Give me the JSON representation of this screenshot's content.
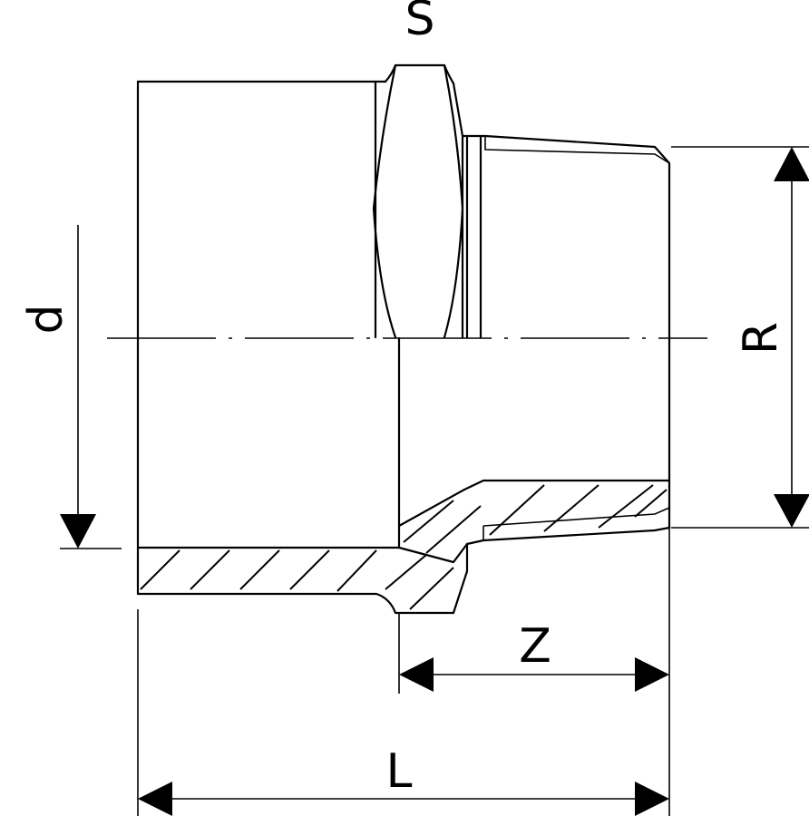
{
  "labels": {
    "s": "S",
    "d": "d",
    "r": "R",
    "z": "Z",
    "l": "L"
  }
}
